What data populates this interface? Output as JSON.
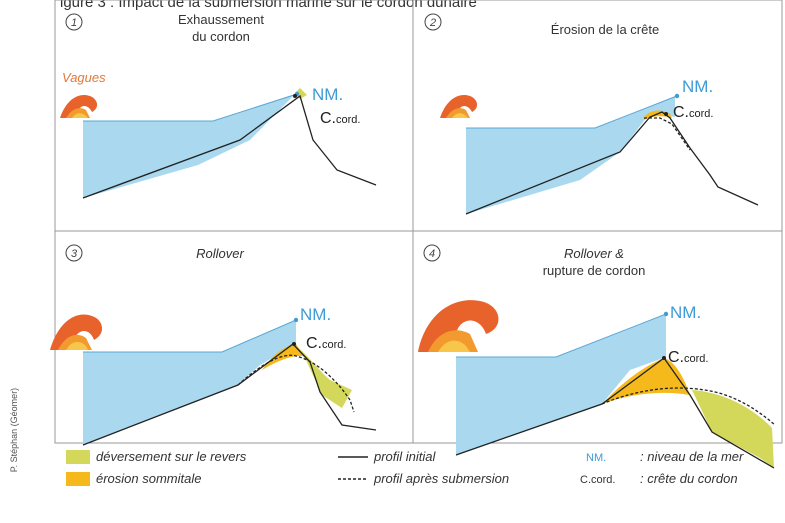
{
  "figure_caption": "igure 3 : Impact de la submersion marine sur le cordon dunaire",
  "credit": "P. Stéphan (Géomer)",
  "colors": {
    "sea": "#a9d8ef",
    "overwash": "#d4d85a",
    "erosion": "#f5b91c",
    "wave_dark": "#e8632b",
    "wave_mid": "#f39a2f",
    "wave_light": "#f7c64a",
    "nm_blue": "#3d9bd6",
    "panel_border": "#999999",
    "label_orange": "#e07a3a"
  },
  "panels": [
    {
      "number": "1",
      "title_line1": "Exhaussement",
      "title_line2": "du cordon",
      "title_italic": false,
      "nm_label": "NM.",
      "ccord_main": "C.",
      "ccord_sub": "cord.",
      "wave_label": "Vagues"
    },
    {
      "number": "2",
      "title_line1": "Érosion de la crête",
      "title_line2": "",
      "title_italic": false,
      "nm_label": "NM.",
      "ccord_main": "C.",
      "ccord_sub": "cord.",
      "wave_label": ""
    },
    {
      "number": "3",
      "title_line1": "Rollover",
      "title_line2": "",
      "title_italic": true,
      "nm_label": "NM.",
      "ccord_main": "C.",
      "ccord_sub": "cord.",
      "wave_label": ""
    },
    {
      "number": "4",
      "title_line1": "Rollover &",
      "title_line2": "rupture de cordon",
      "title_italic": true,
      "nm_label": "NM.",
      "ccord_main": "C.",
      "ccord_sub": "cord.",
      "wave_label": ""
    }
  ],
  "legend": {
    "overwash_label": "déversement sur le revers",
    "erosion_label": "érosion sommitale",
    "initial_profile_label": "profil initial",
    "after_profile_label": "profil après submersion",
    "nm_abbr": "NM.",
    "nm_def": ": niveau de la mer",
    "ccord_abbr": "C.cord.",
    "ccord_def": ": crête du cordon"
  }
}
